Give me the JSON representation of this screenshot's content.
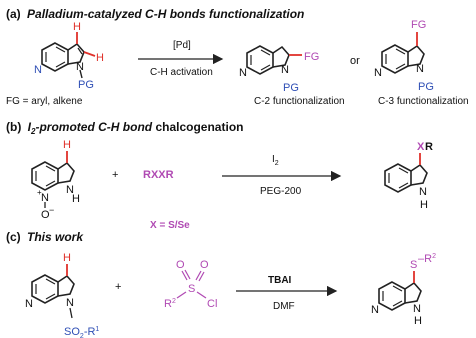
{
  "colors": {
    "red": "#e0322b",
    "purple": "#b04ab3",
    "blue": "#2f4fb5",
    "text": "#111111"
  },
  "panel_a": {
    "label": "(a)",
    "title": "Palladium-catalyzed C-H bonds functionalization",
    "h_top": "H",
    "h_right": "H",
    "n_atom": "N",
    "pg": "PG",
    "catalyst": "[Pd]",
    "condition": "C-H activation",
    "fg_note": "FG = aryl, alkene",
    "fg": "FG",
    "or": "or",
    "c2_label": "C-2 functionalization",
    "c3_label": "C-3 functionalization"
  },
  "panel_b": {
    "label": "(b)",
    "title_i": "I",
    "title_sub": "2",
    "title_rest": "-promoted C-H bond",
    "title_plain": " chalcogenation",
    "h_top": "H",
    "n_plus": "N",
    "plus_charge": "+",
    "o_minus": "O",
    "minus_charge": "−",
    "nh_n": "N",
    "nh_h": "H",
    "plus": "+",
    "reagent": "RXXR",
    "x_def": "X = S/Se",
    "reagent_above": "I",
    "reagent_above_sub": "2",
    "solvent": "PEG-200",
    "product_x": "X",
    "product_r": "R"
  },
  "panel_c": {
    "label": "(c)",
    "title": "This work",
    "h_top": "H",
    "n_atom": "N",
    "so2": "SO",
    "so2_sub": "2",
    "r1": "-R",
    "r1_sup": "1",
    "plus": "+",
    "sulfonyl_o": "O",
    "sulfonyl_s": "S",
    "sulfonyl_r": "R",
    "sulfonyl_r_sup": "2",
    "sulfonyl_cl": "Cl",
    "reagent": "TBAI",
    "solvent": "DMF",
    "product_s": "S",
    "product_r": "–R",
    "product_r_sup": "2",
    "nh_n": "N",
    "nh_h": "H"
  }
}
